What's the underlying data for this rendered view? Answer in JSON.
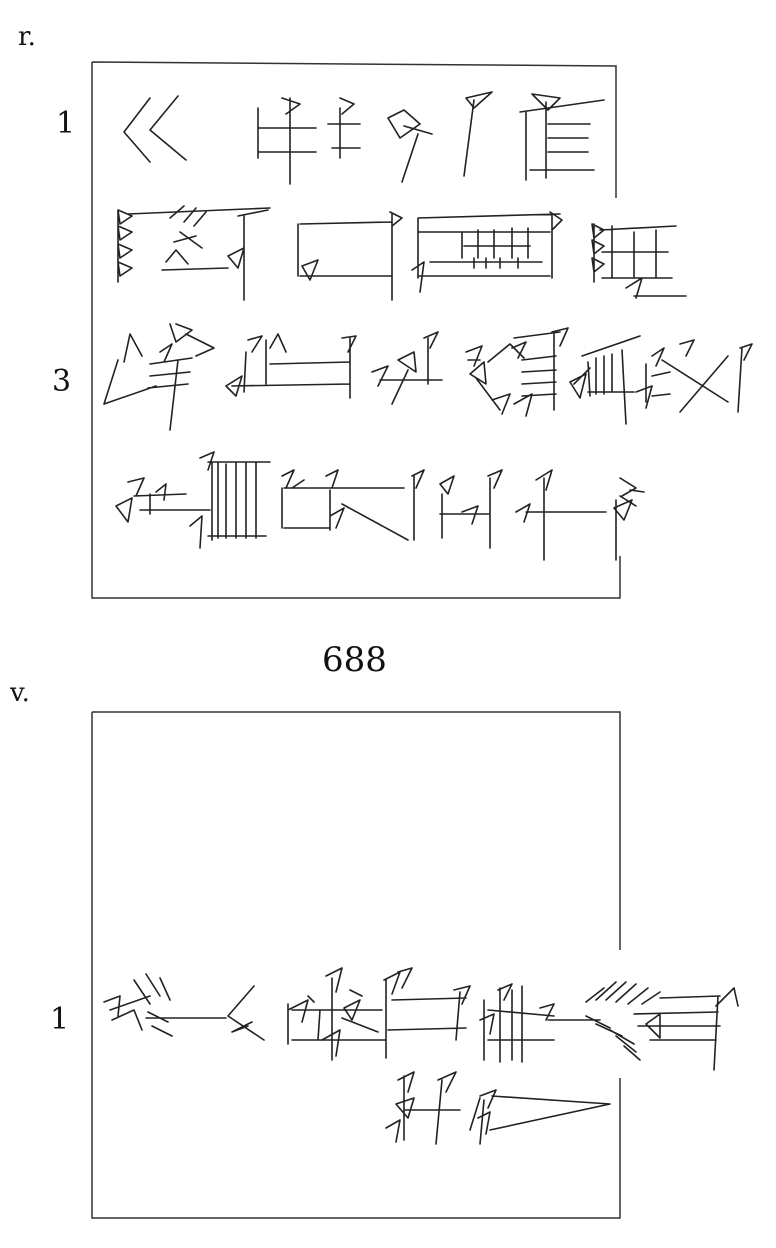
{
  "obverse": {
    "side_label": "r.",
    "line_labels": [
      "1",
      "3"
    ]
  },
  "tablet_number": "688",
  "reverse": {
    "side_label": "v.",
    "line_labels": [
      "1"
    ]
  }
}
